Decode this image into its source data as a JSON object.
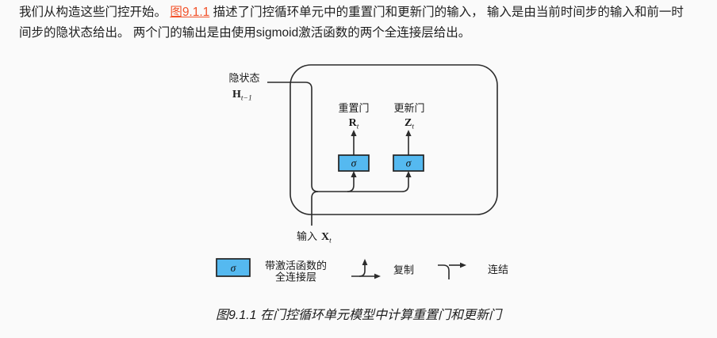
{
  "page": {
    "background": "#fafafa",
    "text_color": "#1f1f1f"
  },
  "paragraph": {
    "part1": "我们从构造这些门控开始。 ",
    "link": "图9.1.1",
    "link_color": "#f2522a",
    "part2": " 描述了门控循环单元中的重置门和更新门的输入， 输入是由当前时间步的输入和前一时间步的隐状态给出。 两个门的输出是由使用sigmoid激活函数的两个全连接层给出。"
  },
  "diagram": {
    "hidden_state_label": "隐状态",
    "hidden_state_var": "H",
    "hidden_state_sub": "t−1",
    "reset_gate_label": "重置门",
    "reset_gate_var": "R",
    "reset_gate_sub": "t",
    "update_gate_label": "更新门",
    "update_gate_var": "Z",
    "update_gate_sub": "t",
    "input_label": "输入",
    "input_var": "X",
    "input_sub": "t",
    "sigma": "σ",
    "box_fill": "#55b9f0",
    "line_color": "#2b2b2b"
  },
  "legend": {
    "sigma": "σ",
    "fc_line1": "带激活函数的",
    "fc_line2": "全连接层",
    "copy_label": "复制",
    "concat_label": "连结"
  },
  "caption": "图9.1.1 在门控循环单元模型中计算重置门和更新门"
}
